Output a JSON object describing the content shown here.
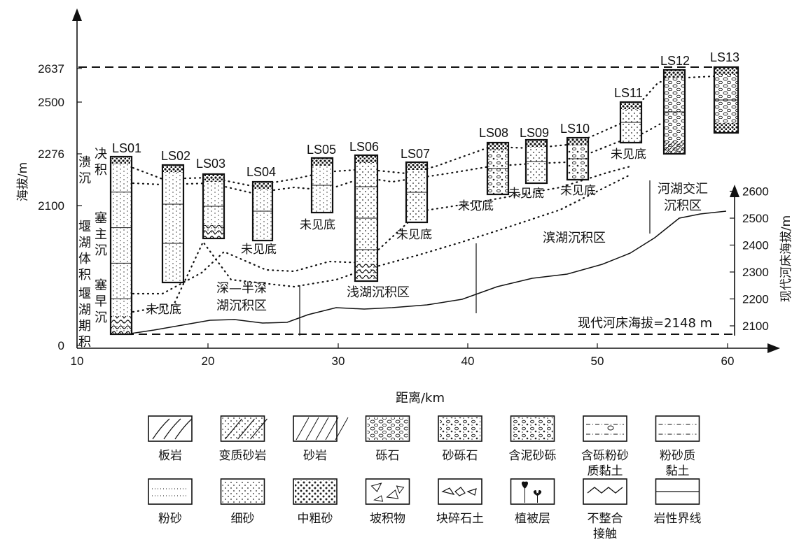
{
  "axes": {
    "left_label": "海拔/m",
    "left_ticks": [
      {
        "label": "0",
        "value": 0
      },
      {
        "label": "2100",
        "value": 2100
      },
      {
        "label": "2276",
        "value": 2276
      },
      {
        "label": "2500",
        "value": 2500
      },
      {
        "label": "2637",
        "value": 2637
      }
    ],
    "bottom_label": "距离/km",
    "bottom_ticks": [
      "10",
      "20",
      "30",
      "40",
      "50",
      "60"
    ],
    "right_label": "现代河床海拔/m",
    "right_ticks": [
      "2100",
      "2200",
      "2300",
      "2400",
      "2500",
      "2600"
    ]
  },
  "annotations": {
    "riverbed_elevation": "现代河床海拔=2148 m",
    "not_seen_bottom": "未见底",
    "left_units": [
      {
        "chars": [
          "溃",
          "沉"
        ]
      },
      {
        "chars": [
          "决",
          "积"
        ]
      },
      {
        "chars": [
          "堰",
          "湖",
          "体",
          "积"
        ]
      },
      {
        "chars": [
          "塞",
          "主",
          "沉"
        ]
      },
      {
        "chars": [
          "堰",
          "湖",
          "期",
          "积"
        ]
      },
      {
        "chars": [
          "塞",
          "早",
          "沉"
        ]
      }
    ]
  },
  "zones": {
    "deep": [
      "深—半深",
      "湖沉积区"
    ],
    "shallow": "浅湖沉积区",
    "shore": "滨湖沉积区",
    "confluence": [
      "河湖交汇",
      "沉积区"
    ]
  },
  "sections": [
    {
      "id": "LS01",
      "not_seen": false
    },
    {
      "id": "LS02",
      "not_seen": true
    },
    {
      "id": "LS03",
      "not_seen": false
    },
    {
      "id": "LS04",
      "not_seen": true
    },
    {
      "id": "LS05",
      "not_seen": true
    },
    {
      "id": "LS06",
      "not_seen": false
    },
    {
      "id": "LS07",
      "not_seen": true
    },
    {
      "id": "LS08",
      "not_seen": true
    },
    {
      "id": "LS09",
      "not_seen": true
    },
    {
      "id": "LS10",
      "not_seen": true
    },
    {
      "id": "LS11",
      "not_seen": true
    },
    {
      "id": "LS12",
      "not_seen": false
    },
    {
      "id": "LS13",
      "not_seen": false
    }
  ],
  "legend": [
    {
      "label": [
        "板岩"
      ],
      "pattern": "slate"
    },
    {
      "label": [
        "变质砂岩"
      ],
      "pattern": "meta-sandstone"
    },
    {
      "label": [
        "砂岩"
      ],
      "pattern": "sandstone"
    },
    {
      "label": [
        "砾石"
      ],
      "pattern": "gravel"
    },
    {
      "label": [
        "砂砾石"
      ],
      "pattern": "sandy-gravel"
    },
    {
      "label": [
        "含泥砂砾"
      ],
      "pattern": "muddy-gravel"
    },
    {
      "label": [
        "含砾粉砂",
        "质黏土"
      ],
      "pattern": "gravelly-silty-clay"
    },
    {
      "label": [
        "粉砂质",
        "黏土"
      ],
      "pattern": "silty-clay"
    },
    {
      "label": [
        "粉砂"
      ],
      "pattern": "silt"
    },
    {
      "label": [
        "细砂"
      ],
      "pattern": "fine-sand"
    },
    {
      "label": [
        "中粗砂"
      ],
      "pattern": "medium-coarse-sand"
    },
    {
      "label": [
        "坡积物"
      ],
      "pattern": "colluvium"
    },
    {
      "label": [
        "块碎石土"
      ],
      "pattern": "block-rubble-soil"
    },
    {
      "label": [
        "植被层"
      ],
      "pattern": "vegetation"
    },
    {
      "label": [
        "不整合",
        "接触"
      ],
      "pattern": "unconformity"
    },
    {
      "label": [
        "岩性界线"
      ],
      "pattern": "boundary"
    }
  ]
}
